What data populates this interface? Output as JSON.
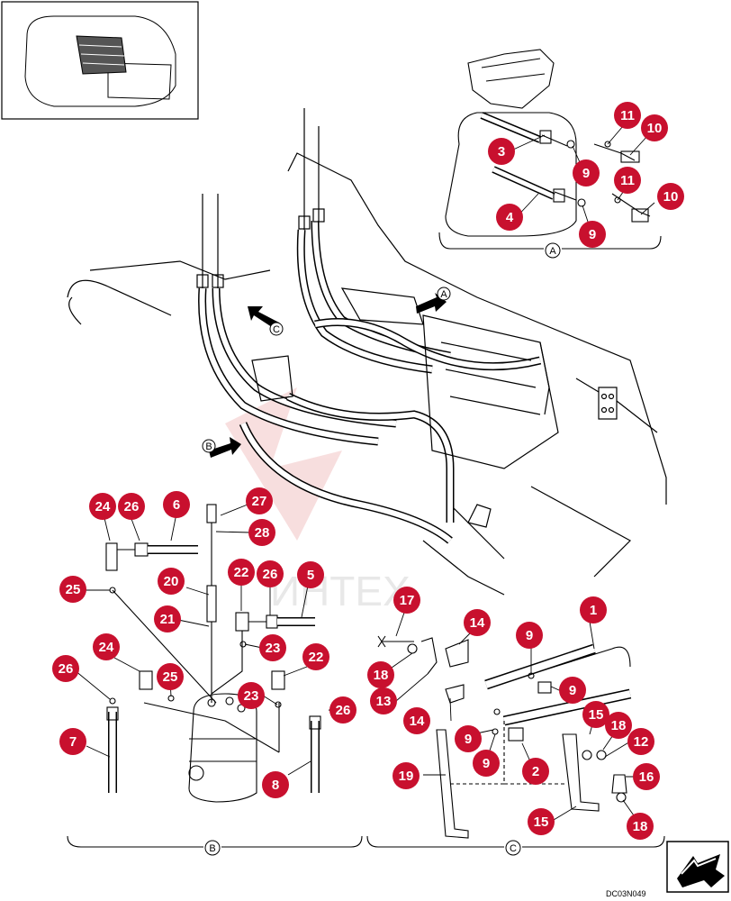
{
  "drawing_code": "DC03N049",
  "watermark": "ИНТЕХ",
  "views": [
    {
      "label": "A"
    },
    {
      "label": "B"
    },
    {
      "label": "C"
    }
  ],
  "callouts": [
    {
      "n": "11"
    },
    {
      "n": "10"
    },
    {
      "n": "3"
    },
    {
      "n": "9"
    },
    {
      "n": "11"
    },
    {
      "n": "10"
    },
    {
      "n": "4"
    },
    {
      "n": "9"
    },
    {
      "n": "24"
    },
    {
      "n": "26"
    },
    {
      "n": "6"
    },
    {
      "n": "27"
    },
    {
      "n": "28"
    },
    {
      "n": "22"
    },
    {
      "n": "26"
    },
    {
      "n": "5"
    },
    {
      "n": "20"
    },
    {
      "n": "25"
    },
    {
      "n": "21"
    },
    {
      "n": "23"
    },
    {
      "n": "24"
    },
    {
      "n": "22"
    },
    {
      "n": "26"
    },
    {
      "n": "25"
    },
    {
      "n": "23"
    },
    {
      "n": "26"
    },
    {
      "n": "7"
    },
    {
      "n": "8"
    },
    {
      "n": "17"
    },
    {
      "n": "14"
    },
    {
      "n": "1"
    },
    {
      "n": "9"
    },
    {
      "n": "18"
    },
    {
      "n": "13"
    },
    {
      "n": "9"
    },
    {
      "n": "14"
    },
    {
      "n": "15"
    },
    {
      "n": "18"
    },
    {
      "n": "12"
    },
    {
      "n": "9"
    },
    {
      "n": "9"
    },
    {
      "n": "2"
    },
    {
      "n": "16"
    },
    {
      "n": "19"
    },
    {
      "n": "15"
    },
    {
      "n": "18"
    }
  ],
  "colors": {
    "callout": "#c8102e",
    "line": "#000000"
  }
}
